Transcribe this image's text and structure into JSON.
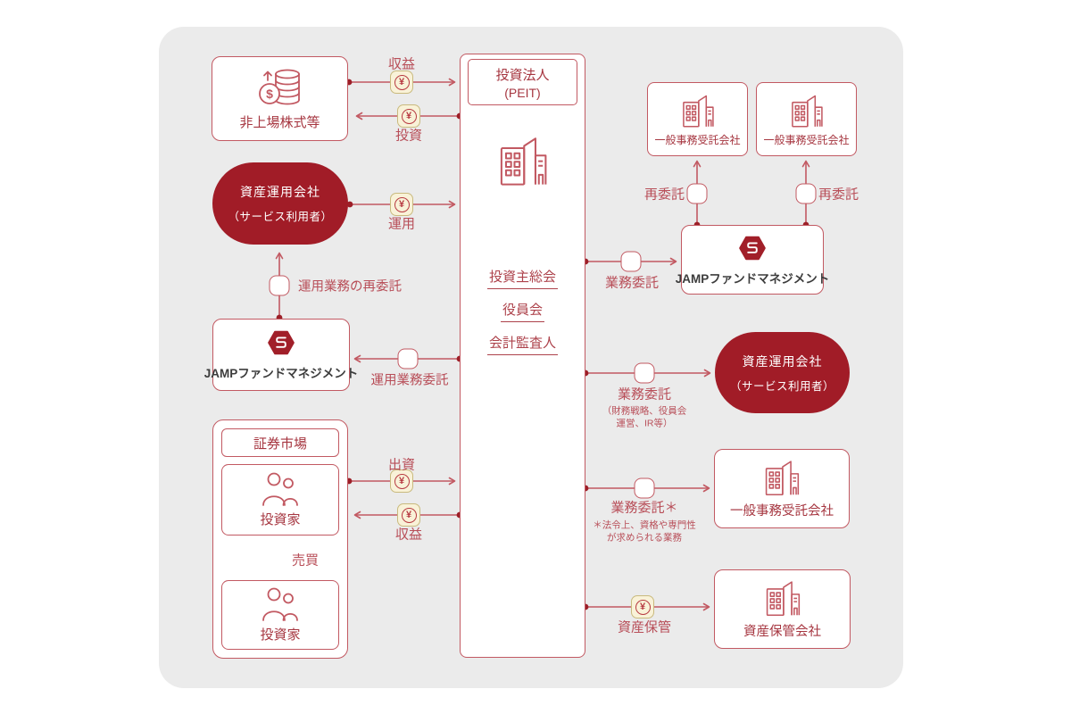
{
  "page": {
    "background": "#ffffff",
    "canvas_background": "#ebebeb"
  },
  "colors": {
    "line_red": "#c25962",
    "box_text_red": "#a63640",
    "arrow_label_red": "#b84e58",
    "deep_red_fill": "#a11c27",
    "pill_text": "#ffffff",
    "badge_background": "#f9f2d8",
    "badge_border": "#c9ba7e",
    "badge_symbol_red": "#b73a42",
    "jamp_text": "#3c3c3c",
    "junction_dot": "#9c1f28"
  },
  "icons": {
    "dollar_glyph": "$",
    "coins": "coins-icon",
    "building": "building-icon",
    "investors": "investors-icon",
    "jamp_logo": "jamp-logo-icon",
    "yen_badge": "yen-badge-icon",
    "delegation_circle": "delegation-circle-icon"
  },
  "nodes": {
    "unlisted_stocks": {
      "label": "非上場株式等"
    },
    "investment_corp": {
      "title": "投資法人",
      "title_sub": "(PEIT)",
      "organs": [
        "投資主総会",
        "役員会",
        "会計監査人"
      ]
    },
    "asset_manager_left": {
      "line1": "資産運用会社",
      "line2": "（サービス利用者）"
    },
    "jamp_fm_left": {
      "label": "JAMPファンドマネジメント"
    },
    "securities_market": {
      "label": "証券市場"
    },
    "investor_upper": {
      "label": "投資家"
    },
    "investor_lower": {
      "label": "投資家"
    },
    "admin_trustee_top_left": {
      "label": "一般事務受託会社"
    },
    "admin_trustee_top_right": {
      "label": "一般事務受託会社"
    },
    "jamp_fm_right": {
      "label": "JAMPファンドマネジメント"
    },
    "asset_manager_right": {
      "line1": "資産運用会社",
      "line2": "（サービス利用者）"
    },
    "admin_trustee_right": {
      "label": "一般事務受託会社"
    },
    "asset_custodian": {
      "label": "資産保管会社"
    }
  },
  "edges": {
    "revenue_top": {
      "label": "収益",
      "badge": "¥"
    },
    "investment": {
      "label": "投資",
      "badge": "¥"
    },
    "management": {
      "label": "運用",
      "badge": "¥"
    },
    "mgmt_redelegation": {
      "label": "運用業務の再委託"
    },
    "mgmt_delegation": {
      "label": "運用業務委託"
    },
    "capital_in": {
      "label": "出資",
      "badge": "¥"
    },
    "revenue_bottom": {
      "label": "収益",
      "badge": "¥"
    },
    "trading": {
      "label": "売買"
    },
    "biz_delegation_jamp": {
      "label": "業務委託"
    },
    "redelegation_left": {
      "label": "再委託"
    },
    "redelegation_right": {
      "label": "再委託"
    },
    "biz_delegation_amc": {
      "label": "業務委託",
      "sub1": "（財務戦略、役員会",
      "sub2": "運営、IR等）"
    },
    "biz_delegation_admin": {
      "label": "業務委託＊",
      "note1": "＊法令上、資格や専門性",
      "note2": "が求められる業務"
    },
    "asset_custody": {
      "label": "資産保管",
      "badge": "¥"
    }
  }
}
